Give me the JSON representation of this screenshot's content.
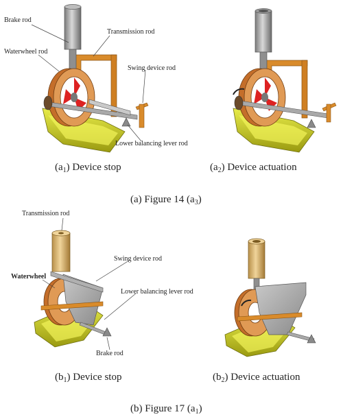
{
  "panel_a1": {
    "labels": {
      "brake_rod": "Brake rod",
      "transmission_rod": "Transmission rod",
      "waterwheel_rod": "Waterwheel rod",
      "swing_device_rod": "Swing device rod",
      "lower_balancing_lever_rod": "Lower balancing lever rod"
    },
    "caption": {
      "prefix": "(a",
      "sub": "1",
      "suffix": ")  Device stop"
    }
  },
  "panel_a2": {
    "caption": {
      "prefix": "(a",
      "sub": "2",
      "suffix": ") Device actuation"
    }
  },
  "section_a": {
    "caption": {
      "prefix": "(a)   Figure 14 (a",
      "sub": "3",
      "suffix": ")"
    }
  },
  "panel_b1": {
    "labels": {
      "transmission_rod": "Transmission rod",
      "swing_device_rod": "Swing device rod",
      "waterwheel": "Waterwheel",
      "lower_balancing_lever_rod": "Lower balancing lever rod",
      "brake_rod": "Brake rod"
    },
    "caption": {
      "prefix": "(b",
      "sub": "1",
      "suffix": ") Device stop"
    }
  },
  "panel_b2": {
    "caption": {
      "prefix": "(b",
      "sub": "2",
      "suffix": ") Device actuation"
    }
  },
  "section_b": {
    "caption": {
      "prefix": "(b)   Figure 17 (a",
      "sub": "1",
      "suffix": ")"
    }
  }
}
